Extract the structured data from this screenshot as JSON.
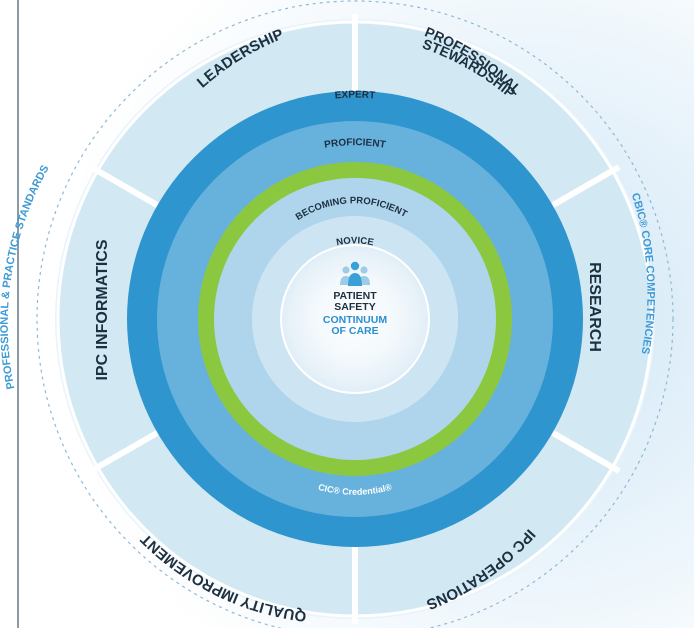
{
  "outer_labels": {
    "left": "PROFESSIONAL & PRACTICE STANDARDS",
    "right": "CBIC® CORE COMPETENCIES"
  },
  "competencies": {
    "leadership": "LEADERSHIP",
    "stewardship_line1": "PROFESSIONAL",
    "stewardship_line2": "STEWARDSHIP",
    "research": "RESEARCH",
    "operations": "IPC OPERATIONS",
    "quality": "QUALITY IMPROVEMENT",
    "informatics": "IPC INFORMATICS"
  },
  "levels": {
    "expert": "EXPERT",
    "proficient": "PROFICIENT",
    "becoming": "BECOMING PROFICIENT",
    "novice": "NOVICE",
    "credential": "CIC® Credential®"
  },
  "center": {
    "line1": "PATIENT",
    "line2": "SAFETY",
    "line3": "CONTINUUM",
    "line4": "OF CARE"
  },
  "colors": {
    "segment": "#d2e9f4",
    "expert_ring": "#2f95cf",
    "proficient_ring": "#67b1dd",
    "green_ring": "#8bc83f",
    "becoming_disc": "#aed5ec",
    "novice_disc": "#cde5f2",
    "text_dark": "#1d3040",
    "accent_text": "#2a8fd0"
  }
}
